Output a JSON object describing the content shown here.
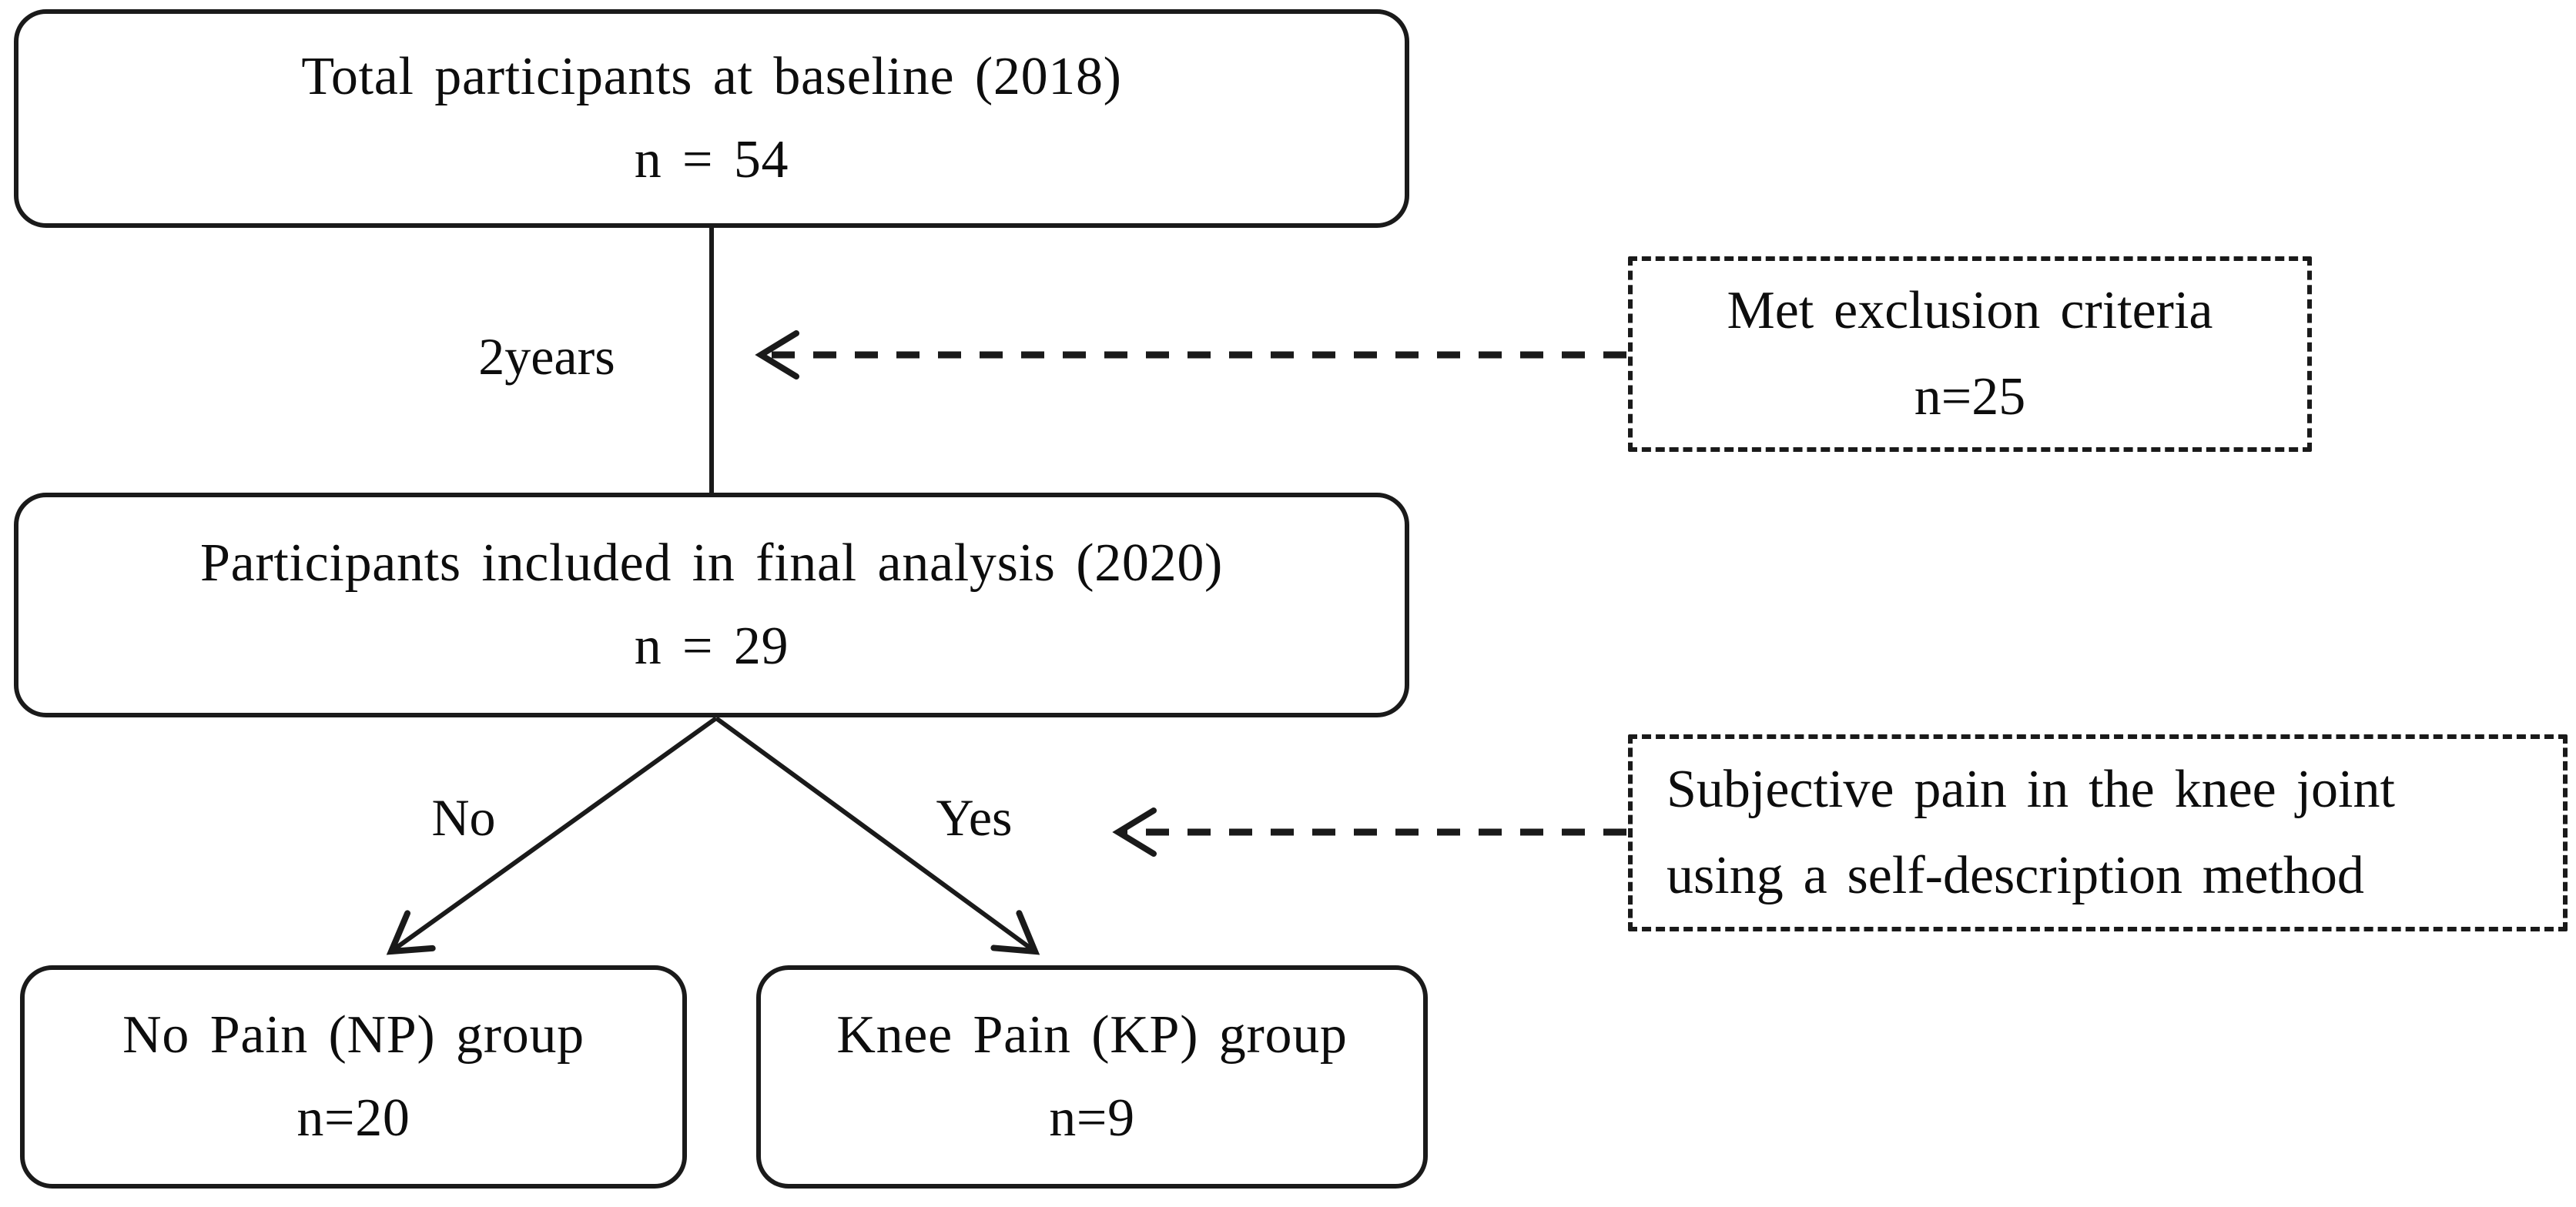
{
  "flowchart": {
    "nodes": {
      "baseline": {
        "title": "Total participants at baseline (2018)",
        "count": "n = 54"
      },
      "final_analysis": {
        "title": "Participants included in final analysis (2020)",
        "count": "n = 29"
      },
      "no_pain": {
        "title": "No Pain (NP) group",
        "count": "n=20"
      },
      "knee_pain": {
        "title": "Knee Pain (KP) group",
        "count": "n=9"
      }
    },
    "annotations": {
      "exclusion": {
        "title": "Met exclusion criteria",
        "count": "n=25"
      },
      "pain_assessment": {
        "line1": "Subjective pain in the knee joint",
        "line2": "using a self-description method"
      }
    },
    "edge_labels": {
      "interval": "2years",
      "no_branch": "No",
      "yes_branch": "Yes"
    },
    "colors": {
      "stroke": "#1a1a1a",
      "text": "#0d0d0d",
      "background": "#ffffff"
    }
  }
}
